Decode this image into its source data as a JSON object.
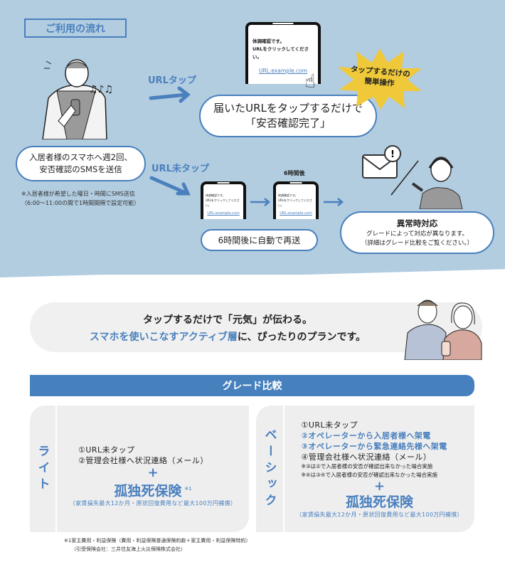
{
  "flow": {
    "section_title": "ご利用の流れ",
    "start": {
      "line1": "入居者様のスマホへ週2回、",
      "line2": "安否確認のSMSを送信",
      "note1": "※入居者様が希望した曜日・時間にSMS送信",
      "note2": "（6:00〜11:00の間で1時間間隔で設定可能）"
    },
    "tap_label": "URLタップ",
    "untap_label": "URL未タップ",
    "sms": {
      "line1": "体調確認です。",
      "line2": "URLをクリックしてください。",
      "link": "URL:example.com"
    },
    "tap_result": {
      "line1": "届いたURLをタップするだけで",
      "line2": "「安否確認完了」"
    },
    "burst": {
      "line1": "タップするだけの",
      "line2": "簡単操作"
    },
    "after_label": "6時間後",
    "resend": "6時間後に自動で再送",
    "anomaly": {
      "title": "異常時対応",
      "line1": "グレードによって対応が異なります。",
      "line2": "（詳細はグレード比較をご覧ください。）"
    }
  },
  "banner": {
    "line1": "タップするだけで「元気」が伝わる。",
    "line2_accent": "スマホを使いこなすアクティブ層",
    "line2_rest": "に、ぴったりのプランです。"
  },
  "grade": {
    "header": "グレード比較",
    "lite": {
      "name": "ライト",
      "items": [
        "①URL未タップ",
        "②管理会社様へ状況連絡（メール）"
      ],
      "plus": "+",
      "insurance": "孤独死保険",
      "insurance_mark": "※1",
      "insurance_note": "（家賃損失最大12か月・原状回復費用など最大100万円補償）"
    },
    "basic": {
      "name": "ベーシック",
      "items": [
        "①URL未タップ",
        "②オペレーターから入居者様へ架電",
        "③オペレーターから緊急連絡先様へ架電",
        "④管理会社様へ状況連絡（メール）"
      ],
      "notes": [
        "※③は②で入居者様の安否が確認出来なかった場合実施",
        "※④は③④で入居者様の安否が確認出来なかった場合実施"
      ],
      "plus": "+",
      "insurance": "孤独死保険",
      "insurance_note": "（家賃損失最大12か月・原状回復費用など最大100万円補償）"
    }
  },
  "footnote": {
    "line1": "※1家主費用・利益保険（費用・利益保険普通保険約款＋家主費用・利益保険特約）",
    "line2": "（引受保険会社：三井住友海上火災保険株式会社）"
  },
  "colors": {
    "accent": "#4a80bd",
    "bg": "#b2cce0",
    "burst": "#efc93a"
  }
}
